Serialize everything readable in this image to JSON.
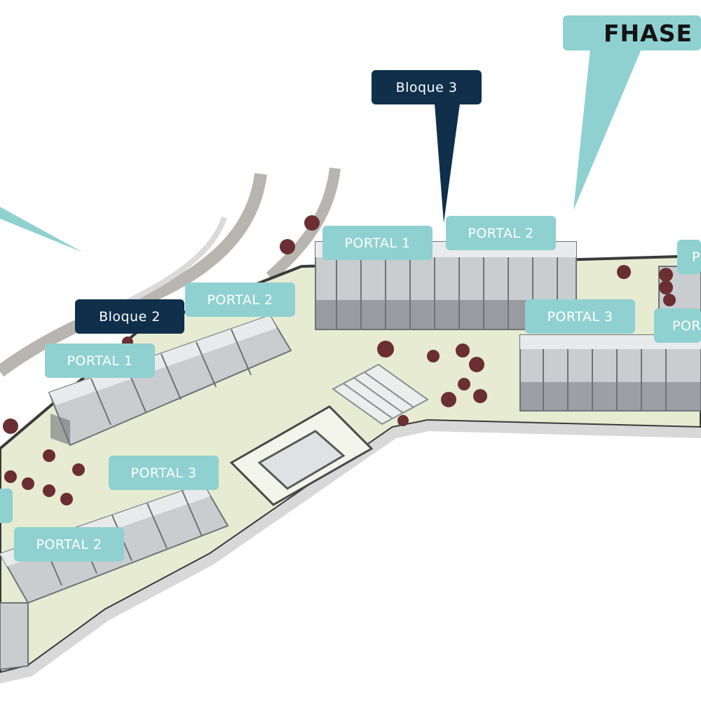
{
  "title": "FHASE",
  "colors": {
    "portal_bg": "#8fd1d0",
    "bloque_bg": "#0f2f4b",
    "ground": "#e6ebd2",
    "building": "#c9cdd0",
    "building_dark": "#6f7377",
    "roof": "#e9eaeb",
    "tree": "#6a2e33",
    "road": "#b8b5b0"
  },
  "labels": {
    "bloque_3": "Bloque 3",
    "bloque_2": "Bloque 2",
    "b3_portal_1": "PORTAL 1",
    "b3_portal_2": "PORTAL 2",
    "b3_portal_3": "PORTAL 3",
    "b3_portal_partial_top": "P",
    "b3_portal_partial_mid": "POR",
    "b2_portal_1": "PORTAL 1",
    "b2_portal_2": "PORTAL 2",
    "b2_portal_3": "PORTAL 3",
    "b1_portal_2": "PORTAL 2"
  }
}
